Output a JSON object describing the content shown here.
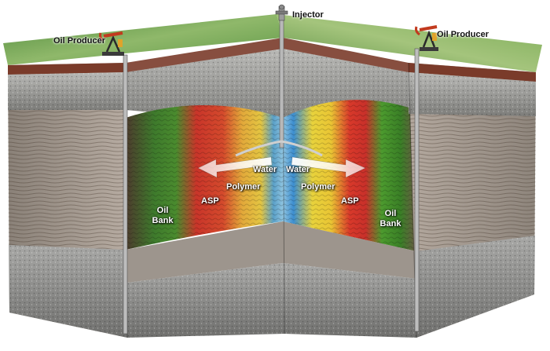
{
  "labels": {
    "injector": "Injector",
    "producer_left": "Oil Producer",
    "producer_right": "Oil Producer",
    "water_left": "Water",
    "water_right": "Water",
    "polymer_left": "Polymer",
    "polymer_right": "Polymer",
    "asp_left": "ASP",
    "asp_right": "ASP",
    "oilbank_left_l1": "Oil",
    "oilbank_left_l2": "Bank",
    "oilbank_right_l1": "Oil",
    "oilbank_right_l2": "Bank"
  },
  "colors": {
    "surface": "#5f9a4a",
    "soil": "#7a3b2a",
    "gravel": "#9a9a98",
    "shale": "#a89d92",
    "bedrock": "#8b8b8b",
    "water_zone": "#4aa3d8",
    "polymer_zone": "#e8c83a",
    "asp_zone": "#d83a2a",
    "oil_bank": "#3c8a2a"
  },
  "icons": [
    "pumpjack-icon",
    "pumpjack-icon",
    "injector-wellhead-icon"
  ]
}
